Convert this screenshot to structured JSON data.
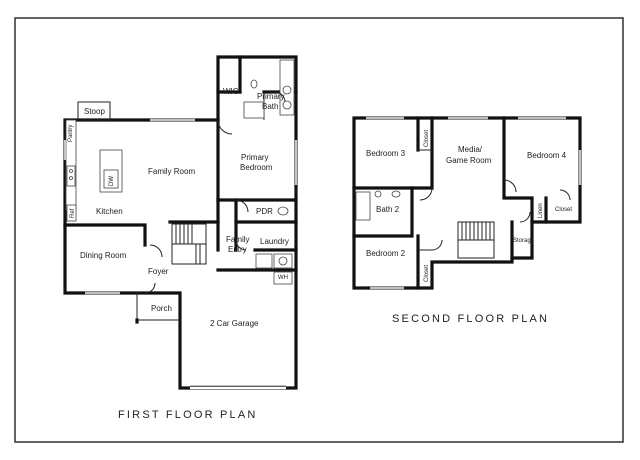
{
  "plans": {
    "first": {
      "title": "FIRST FLOOR PLAN",
      "rooms": {
        "stoop": "Stoop",
        "pantry": "Pantry",
        "wic": "WIC",
        "primary_bath_1": "Primary",
        "primary_bath_2": "Bath",
        "family_room": "Family Room",
        "primary_bedroom_1": "Primary",
        "primary_bedroom_2": "Bedroom",
        "dw": "DW",
        "ref": "Ref",
        "kitchen": "Kitchen",
        "pdr": "PDR",
        "family_entry_1": "Family",
        "family_entry_2": "Entry",
        "laundry": "Laundry",
        "dining_room": "Dining Room",
        "wh": "WH",
        "foyer": "Foyer",
        "porch": "Porch",
        "garage": "2 Car Garage"
      }
    },
    "second": {
      "title": "SECOND FLOOR PLAN",
      "rooms": {
        "bedroom3": "Bedroom 3",
        "closet_b3": "Closet",
        "media_1": "Media/",
        "media_2": "Game Room",
        "bedroom4": "Bedroom 4",
        "bath2": "Bath 2",
        "linen": "Linen",
        "closet_b4": "Closet",
        "storage": "Storage",
        "bedroom2": "Bedroom 2",
        "closet_b2": "Closet"
      }
    }
  }
}
